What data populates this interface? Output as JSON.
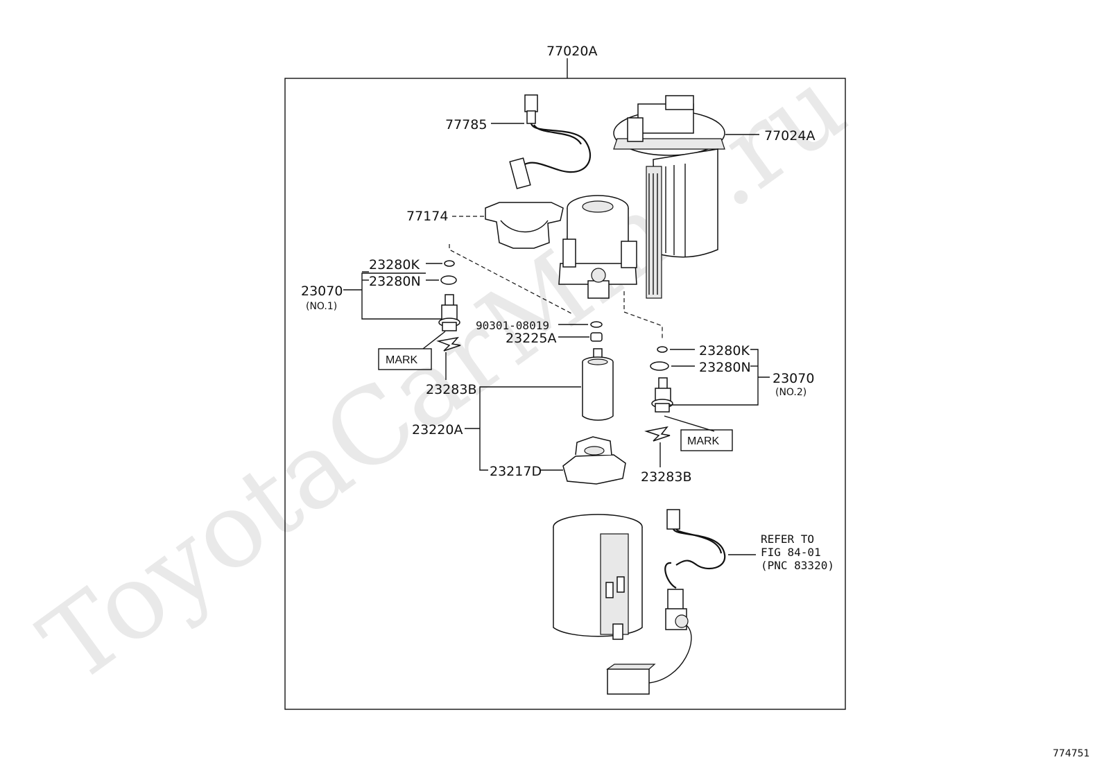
{
  "watermark": "ToyotaCarMine.ru",
  "figure_number": "774751",
  "assembly": {
    "part_number": "77020A"
  },
  "callouts": {
    "p77785": "77785",
    "p77024A": "77024A",
    "p77174": "77174",
    "p23280K_left": "23280K",
    "p23280N_left": "23280N",
    "p23070_left": "23070",
    "p23070_left_sub": "(NO.1)",
    "mark_left": "MARK",
    "p23283B_left": "23283B",
    "p90301": "90301-08019",
    "p23225A": "23225A",
    "p23220A": "23220A",
    "p23217D": "23217D",
    "p23280K_right": "23280K",
    "p23280N_right": "23280N",
    "p23070_right": "23070",
    "p23070_right_sub": "(NO.2)",
    "mark_right": "MARK",
    "p23283B_right": "23283B"
  },
  "refer_note": {
    "line1": "REFER TO",
    "line2": "FIG 84-01",
    "line3": "(PNC 83320)"
  }
}
